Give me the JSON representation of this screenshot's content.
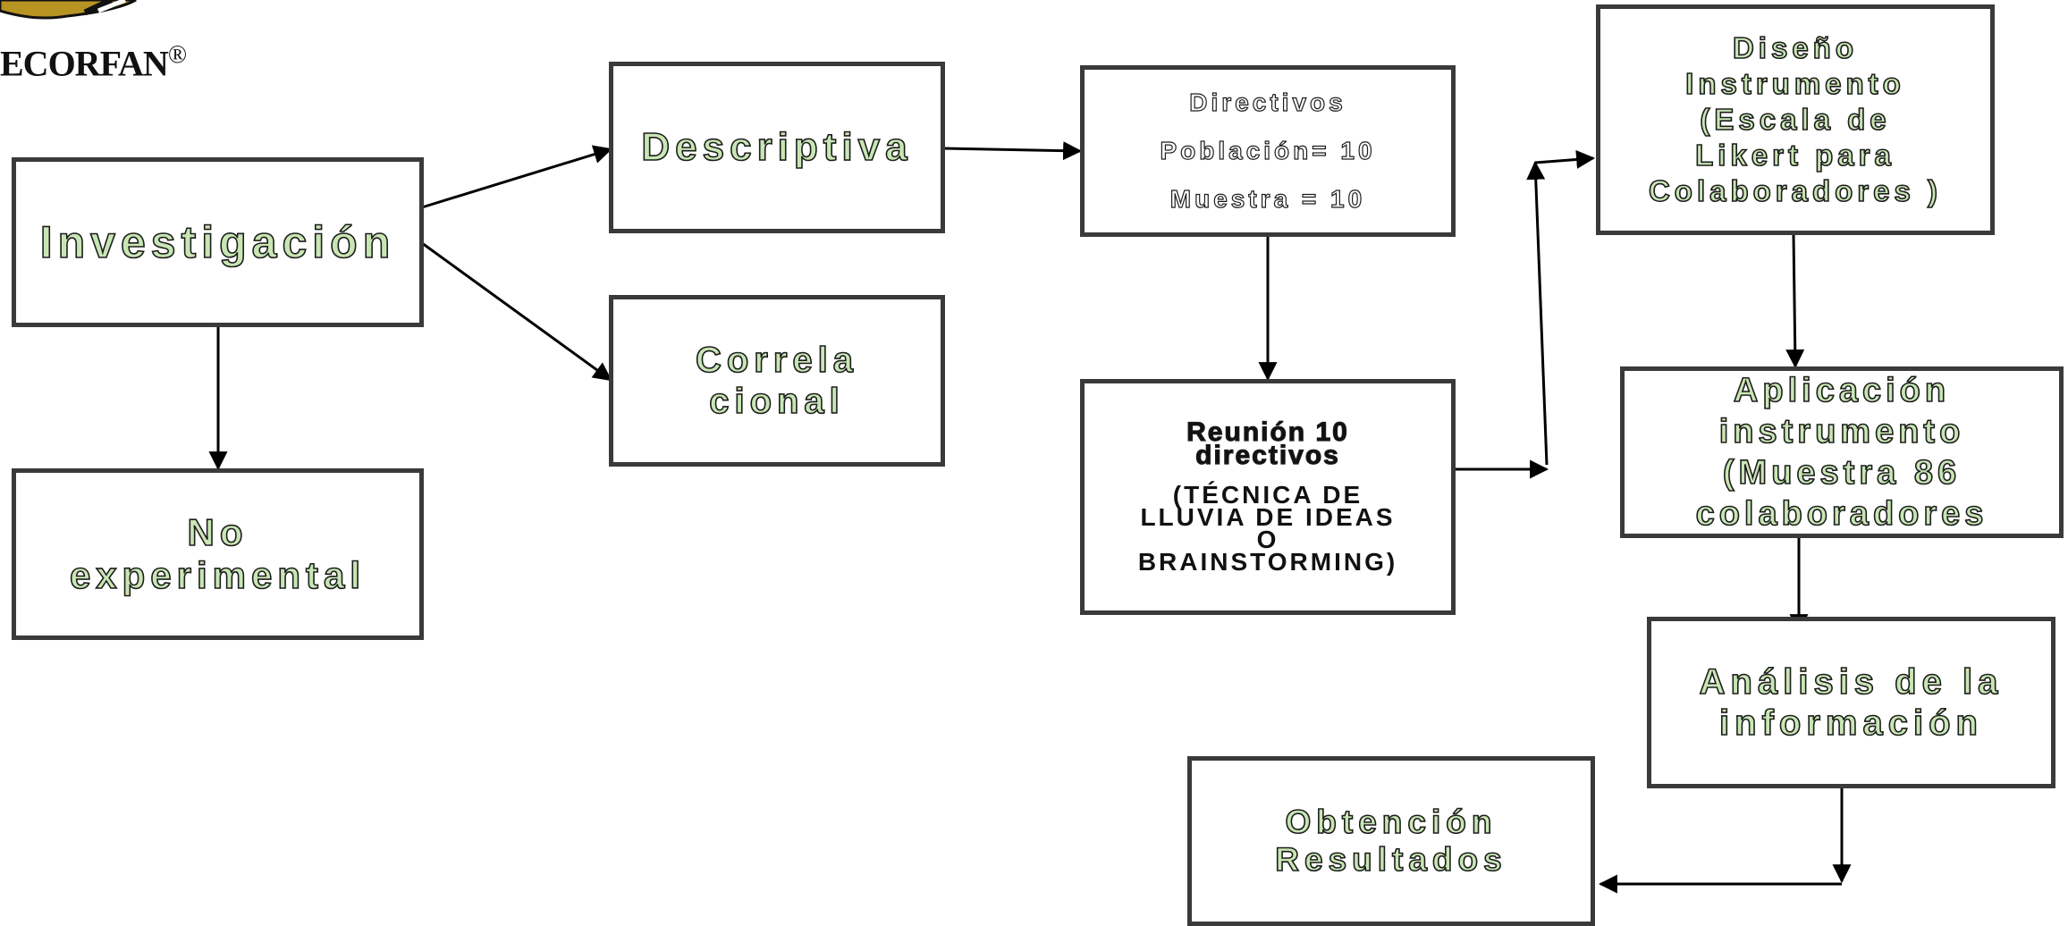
{
  "brand": {
    "name": "ECORFAN",
    "registered_mark": "®"
  },
  "nodes": {
    "investigacion": "Investigación",
    "no_experimental": "No\nexperimental",
    "descriptiva": "Descriptiva",
    "correlacional": "Correla\ncional",
    "directivos": {
      "line1": "Directivos",
      "line2": "Población= 10",
      "line3": "Muestra = 10"
    },
    "reunion": {
      "title": "Reunión 10\ndirectivos",
      "body": "(TÉCNICA DE\nLLUVIA DE IDEAS\nO\nBRAINSTORMING)"
    },
    "diseno": "Diseño\nInstrumento\n(Escala de\nLikert para\nColaboradores )",
    "aplicacion": "Aplicación\ninstrumento\n(Muestra 86\ncolaboradores",
    "analisis": "Análisis de la\ninformación",
    "obtencion": "Obtención\nResultados"
  },
  "colors": {
    "text_fill": "#c8e6b4",
    "text_stroke": "#1c1c1c",
    "box_border": "#3a3a3a",
    "arrow": "#000000",
    "logo_gold": "#b89422"
  }
}
